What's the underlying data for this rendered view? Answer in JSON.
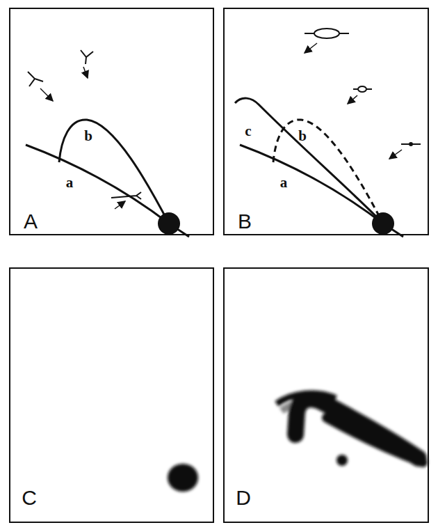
{
  "diagram": {
    "labels": [
      "b",
      "a",
      "A",
      "c",
      "b",
      "a",
      "B",
      "C",
      "D"
    ]
  }
}
